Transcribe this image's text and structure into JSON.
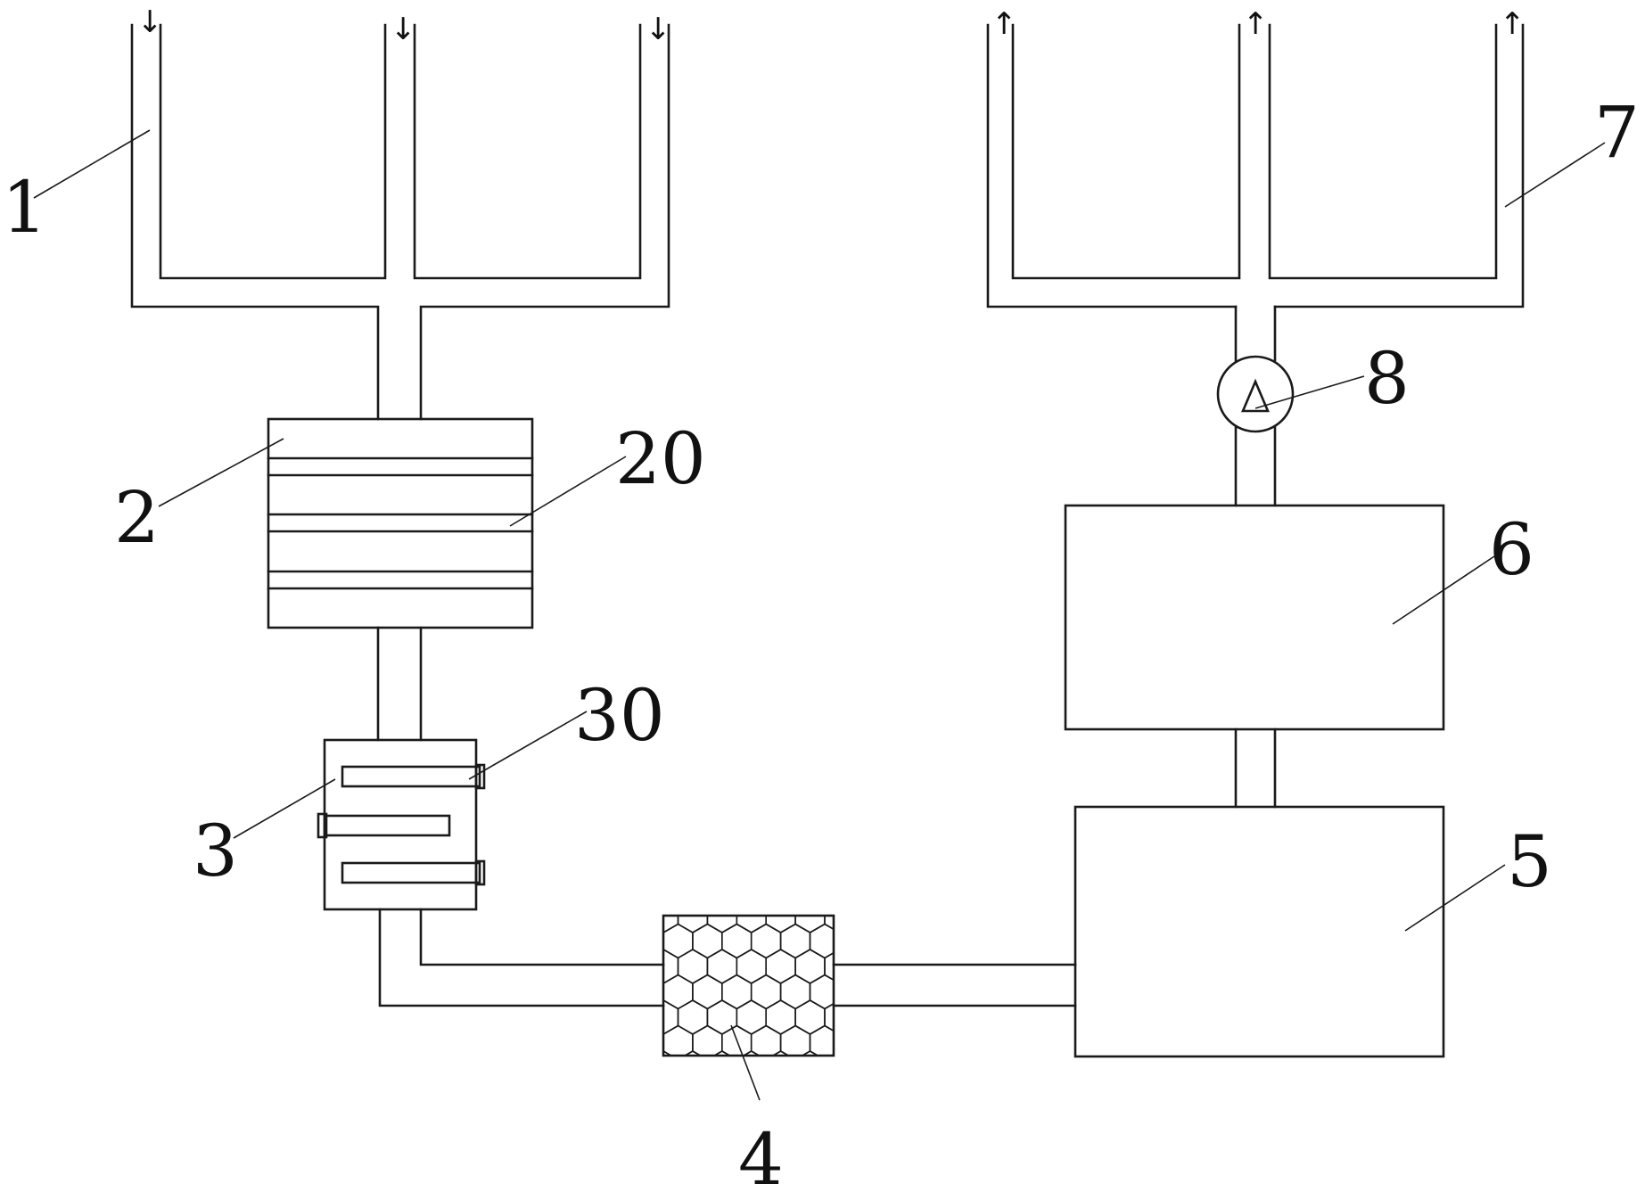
{
  "labels": {
    "inlet_pipes": "1",
    "filter": "2",
    "filter_plates": "20",
    "heater": "3",
    "heating_rods": "30",
    "honeycomb_unit": "4",
    "box_5": "5",
    "box_6": "6",
    "outlet_pipes": "7",
    "fan": "8"
  },
  "flow_arrows": {
    "inlet": "↓",
    "outlet": "↑"
  }
}
